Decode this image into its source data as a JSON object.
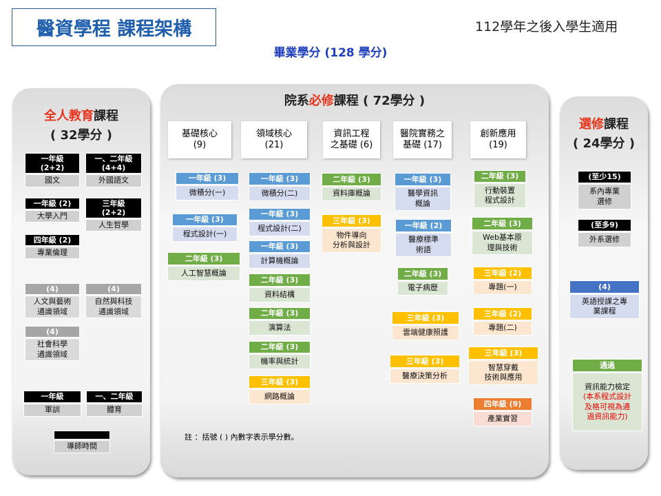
{
  "header": {
    "title": "醫資學程 課程架構",
    "applies": "112學年之後入學生適用",
    "graduation": "畢業學分 (128 學分)"
  },
  "general": {
    "title_hl": "全人教育",
    "title_rest": "課程",
    "credits": "( 32學分 )"
  },
  "required": {
    "title_pre": "院系",
    "title_hl": "必修",
    "title_post": "課程 ( 72學分 )",
    "columns": [
      "基礎核心\n(9)",
      "領域核心\n(21)",
      "資訊工程\n之基礎 (6)",
      "醫院實務之\n基礎 (17)",
      "創新應用\n(19)"
    ]
  },
  "elective": {
    "title_hl": "選修",
    "title_rest": "課程",
    "credits": "( 24學分 )"
  },
  "note": "註 ：括號 (   ) 內數字表示學分數。",
  "colors": {
    "black": [
      "#000000",
      "#d0d0d0"
    ],
    "gray": [
      "#a6a6a6",
      "#dadada"
    ],
    "blue": [
      "#5b9bd5",
      "#d5dcef"
    ],
    "green": [
      "#70ad47",
      "#dbe5d3"
    ],
    "yellow": [
      "#ffc000",
      "#fde6cf"
    ],
    "orange": [
      "#ed7d31",
      "#f9dcd4"
    ],
    "rblue": [
      "#4472c4",
      "#d5dcef"
    ],
    "rgreen": [
      "#70ad47",
      "#dbe5d3"
    ]
  },
  "cards": [
    {
      "h": "一年級\n(2+2)",
      "b": "國文",
      "c": "black"
    },
    {
      "h": "一、二年級\n(4+4)",
      "b": "外國語文",
      "c": "black"
    },
    {
      "h": "一年級 (2)",
      "b": "大學入門",
      "c": "black"
    },
    {
      "h": "三年級\n(2+2)",
      "b": "人生哲學",
      "c": "black"
    },
    {
      "h": "四年級 (2)",
      "b": "專業倫理",
      "c": "black"
    },
    {
      "h": "(4)",
      "b": "人文與藝術\n通識領域",
      "c": "gray"
    },
    {
      "h": "(4)",
      "b": "自然與科技\n通識領域",
      "c": "gray"
    },
    {
      "h": "(4)",
      "b": "社會科學\n通識領域",
      "c": "gray"
    },
    {
      "h": "一年級",
      "b": "軍訓",
      "c": "black"
    },
    {
      "h": "一、二年級",
      "b": "體育",
      "c": "black"
    },
    {
      "h": "",
      "b": "導師時間",
      "c": "black"
    },
    {
      "h": "一年級 (3)",
      "b": "微積分(一)",
      "c": "blue"
    },
    {
      "h": "一年級 (3)",
      "b": "程式設計(一)",
      "c": "blue"
    },
    {
      "h": "二年級 (3)",
      "b": "人工智慧概論",
      "c": "green"
    },
    {
      "h": "一年級 (3)",
      "b": "微積分(二)",
      "c": "blue"
    },
    {
      "h": "一年級 (3)",
      "b": "程式設計(二)",
      "c": "blue"
    },
    {
      "h": "一年級 (3)",
      "b": "計算機概論",
      "c": "blue"
    },
    {
      "h": "二年級 (3)",
      "b": "資料結構",
      "c": "green"
    },
    {
      "h": "二年級 (3)",
      "b": "演算法",
      "c": "green"
    },
    {
      "h": "二年級 (3)",
      "b": "機率與統計",
      "c": "green"
    },
    {
      "h": "三年級 (3)",
      "b": "網路概論",
      "c": "yellow"
    },
    {
      "h": "二年級 (3)",
      "b": "資料庫概論",
      "c": "green"
    },
    {
      "h": "三年級 (3)",
      "b": "物件導向\n分析與設計",
      "c": "yellow"
    },
    {
      "h": "一年級 (3)",
      "b": "醫學資訊\n概論",
      "c": "blue"
    },
    {
      "h": "一年級 (2)",
      "b": "醫療標準\n術語",
      "c": "blue"
    },
    {
      "h": "二年級 (3)",
      "b": "電子病歷",
      "c": "green"
    },
    {
      "h": "三年級 (3)",
      "b": "雲端健康照護",
      "c": "yellow"
    },
    {
      "h": "三年級 (3)",
      "b": "醫療決策分析",
      "c": "yellow"
    },
    {
      "h": "二年級 (3)",
      "b": "行動裝置\n程式設計",
      "c": "green"
    },
    {
      "h": "二年級 (3)",
      "b": "Web基本原\n理與技術",
      "c": "green"
    },
    {
      "h": "三年級 (2)",
      "b": "專題(一)",
      "c": "yellow"
    },
    {
      "h": "三年級 (2)",
      "b": "專題(二)",
      "c": "yellow"
    },
    {
      "h": "三年級 (3)",
      "b": "智慧穿戴\n技術與應用",
      "c": "yellow"
    },
    {
      "h": "四年級 (9)",
      "b": "產業實習",
      "c": "orange"
    },
    {
      "h": "(至少15)",
      "b": "系內專業\n選修",
      "c": "black"
    },
    {
      "h": "(至多9)",
      "b": "外系選修",
      "c": "black"
    },
    {
      "h": "(4)",
      "b": "英語授課之專\n業課程",
      "c": "rblue"
    },
    {
      "h": "通過",
      "b": "資訊能力檢定",
      "red": "(本系程式設計\n及格可視為通\n過資訊能力)",
      "c": "rgreen"
    }
  ]
}
